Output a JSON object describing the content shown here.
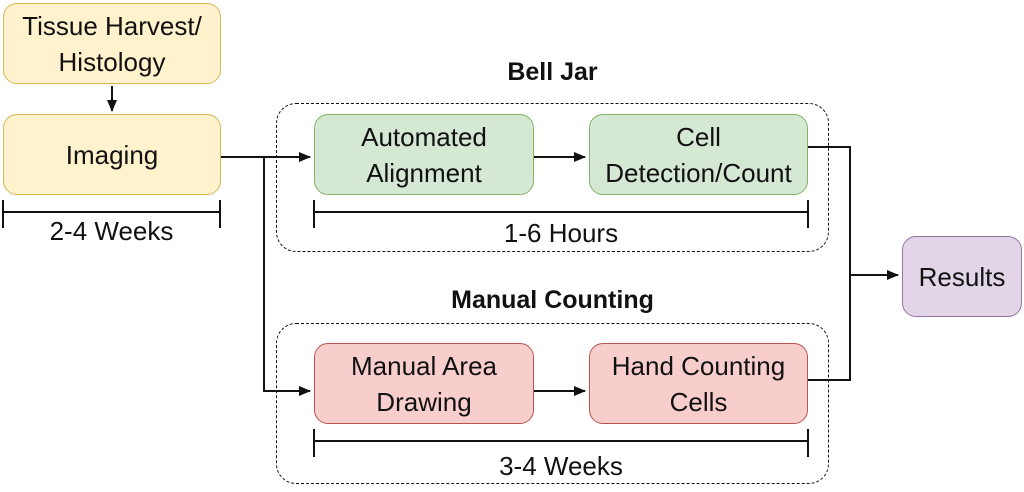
{
  "nodes": {
    "tissue_harvest": "Tissue Harvest/\nHistology",
    "imaging": "Imaging",
    "automated_alignment": "Automated\nAlignment",
    "cell_detection": "Cell\nDetection/Count",
    "manual_area_drawing": "Manual Area\nDrawing",
    "hand_counting": "Hand Counting\nCells",
    "results": "Results"
  },
  "groups": {
    "bell_jar": "Bell Jar",
    "manual_counting": "Manual Counting"
  },
  "durations": {
    "imaging": "2-4 Weeks",
    "bell_jar": "1-6 Hours",
    "manual_counting": "3-4 Weeks"
  }
}
